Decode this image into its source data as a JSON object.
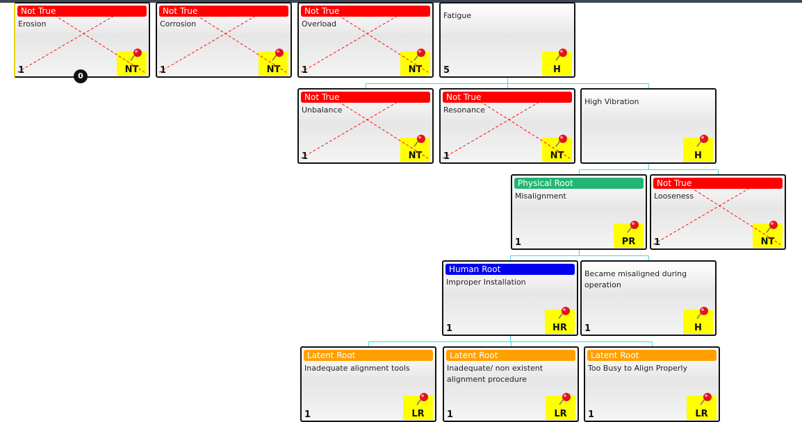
{
  "colors": {
    "not_true": "#ff0000",
    "physical_root": "#22b573",
    "human_root": "#0000ee",
    "latent_root": "#ffa000",
    "connector": "#3fd7e6",
    "note": "#ffff00",
    "cross": "#ff0000"
  },
  "badge": {
    "value": "0"
  },
  "nodes": [
    {
      "header": "Not True",
      "type": "not_true",
      "text": "Erosion",
      "count": "1",
      "code": "NT",
      "crossed": true,
      "highlight": true
    },
    {
      "header": "Not True",
      "type": "not_true",
      "text": "Corrosion",
      "count": "1",
      "code": "NT",
      "crossed": true
    },
    {
      "header": "Not True",
      "type": "not_true",
      "text": "Overload",
      "count": "1",
      "code": "NT",
      "crossed": true
    },
    {
      "header": "",
      "type": "none",
      "text": "Fatigue",
      "count": "5",
      "code": "H",
      "crossed": false
    },
    {
      "header": "Not True",
      "type": "not_true",
      "text": "Unbalance",
      "count": "1",
      "code": "NT",
      "crossed": true
    },
    {
      "header": "Not True",
      "type": "not_true",
      "text": "Resonance",
      "count": "1",
      "code": "NT",
      "crossed": true
    },
    {
      "header": "",
      "type": "none",
      "text": "High Vibration",
      "count": "",
      "code": "H",
      "crossed": false
    },
    {
      "header": "Physical Root",
      "type": "physical_root",
      "text": "Misalignment",
      "count": "1",
      "code": "PR",
      "crossed": false
    },
    {
      "header": "Not True",
      "type": "not_true",
      "text": "Looseness",
      "count": "1",
      "code": "NT",
      "crossed": true
    },
    {
      "header": "Human Root",
      "type": "human_root",
      "text": "Improper Installation",
      "count": "1",
      "code": "HR",
      "crossed": false
    },
    {
      "header": "",
      "type": "none",
      "text": "Became misaligned during operation",
      "count": "1",
      "code": "H",
      "crossed": false
    },
    {
      "header": "Latent Root",
      "type": "latent_root",
      "text": "Inadequate alignment tools",
      "count": "1",
      "code": "LR",
      "crossed": false
    },
    {
      "header": "Latent Root",
      "type": "latent_root",
      "text": "Inadequate/ non existent alignment procedure",
      "count": "1",
      "code": "LR",
      "crossed": false
    },
    {
      "header": "Latent Root",
      "type": "latent_root",
      "text": "Too Busy to Align Properly",
      "count": "1",
      "code": "LR",
      "crossed": false
    }
  ]
}
